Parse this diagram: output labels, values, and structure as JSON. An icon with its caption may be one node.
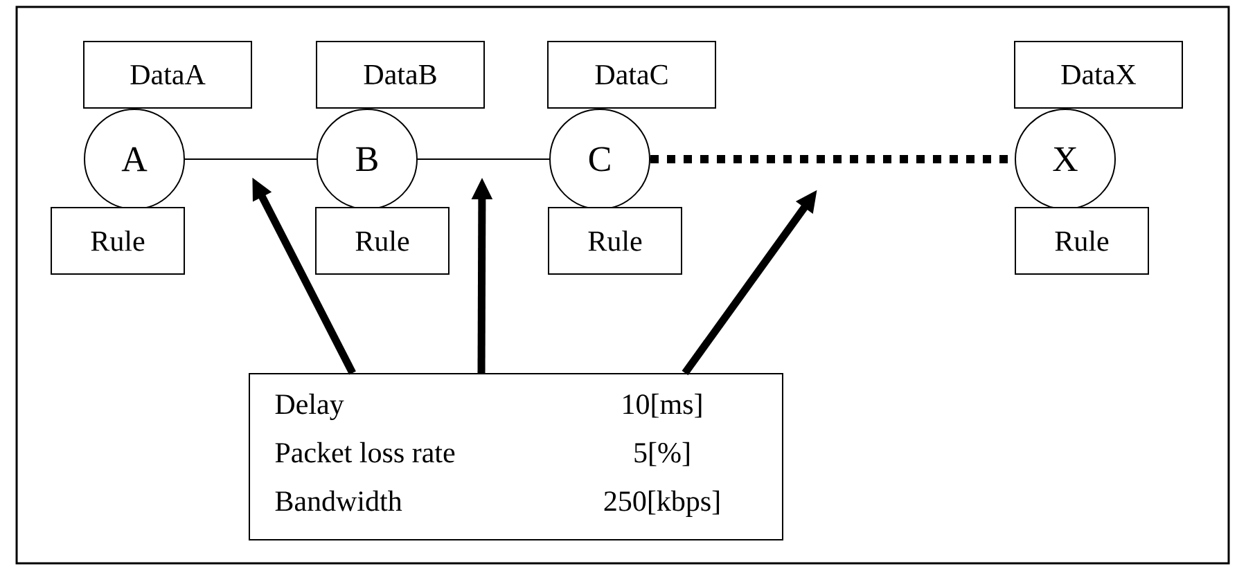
{
  "diagram": {
    "nodes": [
      {
        "text": [
          "A"
        ]
      },
      {
        "text": [
          "B"
        ]
      },
      {
        "text": [
          "C"
        ]
      },
      {
        "text": [
          "X"
        ]
      },
      {
        "text": [
          "DataA"
        ]
      },
      {
        "text": [
          "DataB"
        ]
      },
      {
        "text": [
          "DataC"
        ]
      },
      {
        "text": [
          "DataX"
        ]
      },
      {
        "text": [
          "Rule"
        ]
      },
      {
        "text": [
          "Rule"
        ]
      },
      {
        "text": [
          "Rule"
        ]
      },
      {
        "text": [
          "Rule"
        ]
      },
      {
        "text": [
          "Delay",
          "10[ms]",
          "Packet loss rate",
          "5[%]",
          "Bandwidth",
          "250[kbps]"
        ]
      }
    ],
    "edges": [
      {
        "from": 0,
        "to": 1,
        "arrow": "none"
      },
      {
        "from": 1,
        "to": 2,
        "arrow": "none"
      },
      {
        "from": 2,
        "to": 3,
        "arrow": "none",
        "style": "dashed"
      },
      {
        "from": 12,
        "to": null,
        "arrow": "to"
      },
      {
        "from": 12,
        "to": null,
        "arrow": "to"
      },
      {
        "from": 12,
        "to": null,
        "arrow": "to"
      }
    ]
  }
}
